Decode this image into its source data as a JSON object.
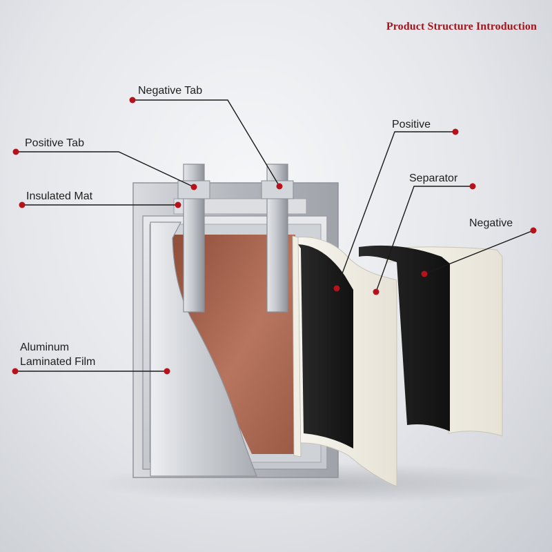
{
  "header": {
    "title": "Product Structure Introduction"
  },
  "labels": {
    "negative_tab": "Negative Tab",
    "positive_tab": "Positive Tab",
    "insulated_mat": "Insulated Mat",
    "aluminum_line1": "Aluminum",
    "aluminum_line2": "Laminated Film",
    "positive": "Positive",
    "separator": "Separator",
    "negative": "Negative"
  },
  "colors": {
    "title": "#a0161c",
    "marker_dot": "#b5121b",
    "leader_line": "#1a1a1a",
    "copper_layer": "#a9634c",
    "separator_sheet": "#efece2",
    "electrode_sheet": "#1c1c1c",
    "casing": "#b9bcc2"
  }
}
